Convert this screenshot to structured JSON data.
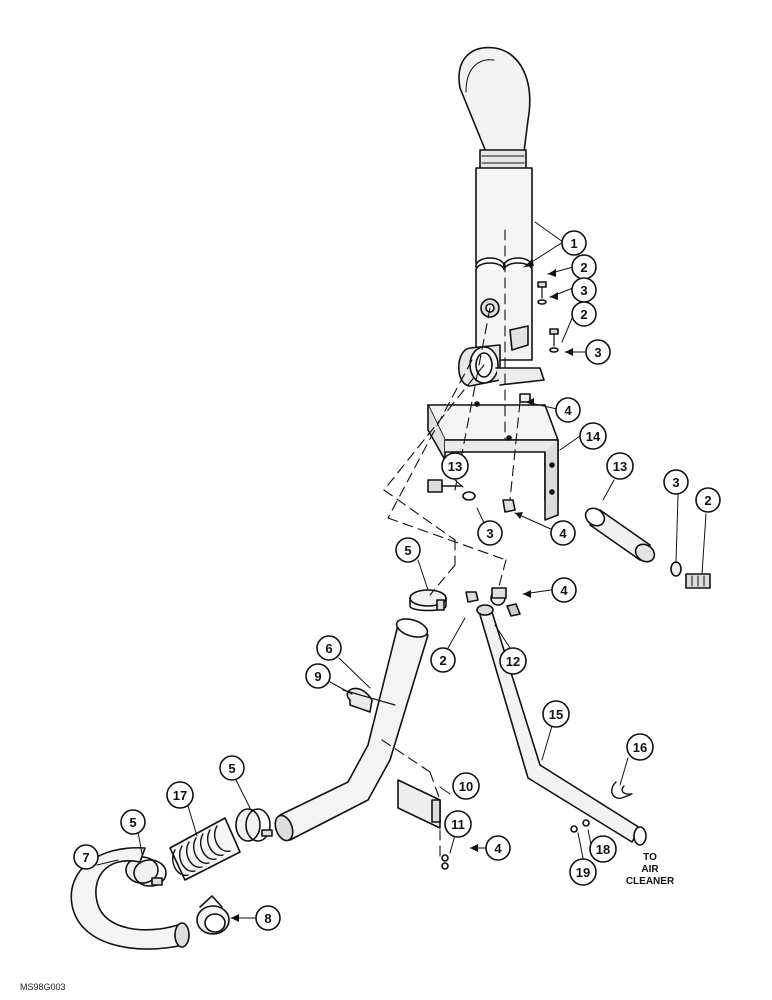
{
  "callouts": [
    {
      "id": "c1",
      "label": "1"
    },
    {
      "id": "c2a",
      "label": "2"
    },
    {
      "id": "c3a",
      "label": "3"
    },
    {
      "id": "c2b",
      "label": "2"
    },
    {
      "id": "c3b",
      "label": "3"
    },
    {
      "id": "c4a",
      "label": "4"
    },
    {
      "id": "c14",
      "label": "14"
    },
    {
      "id": "c13a",
      "label": "13"
    },
    {
      "id": "c13b",
      "label": "13"
    },
    {
      "id": "c3c",
      "label": "3"
    },
    {
      "id": "c2c",
      "label": "2"
    },
    {
      "id": "c3d",
      "label": "3"
    },
    {
      "id": "c4b",
      "label": "4"
    },
    {
      "id": "c5a",
      "label": "5"
    },
    {
      "id": "c4c",
      "label": "4"
    },
    {
      "id": "c6",
      "label": "6"
    },
    {
      "id": "c9",
      "label": "9"
    },
    {
      "id": "c2d",
      "label": "2"
    },
    {
      "id": "c12",
      "label": "12"
    },
    {
      "id": "c15",
      "label": "15"
    },
    {
      "id": "c16",
      "label": "16"
    },
    {
      "id": "c5b",
      "label": "5"
    },
    {
      "id": "c17",
      "label": "17"
    },
    {
      "id": "c10",
      "label": "10"
    },
    {
      "id": "c5c",
      "label": "5"
    },
    {
      "id": "c11",
      "label": "11"
    },
    {
      "id": "c4d",
      "label": "4"
    },
    {
      "id": "c7",
      "label": "7"
    },
    {
      "id": "c18",
      "label": "18"
    },
    {
      "id": "c19",
      "label": "19"
    },
    {
      "id": "c8",
      "label": "8"
    }
  ],
  "note": {
    "line1": "TO",
    "line2": "AIR",
    "line3": "CLEANER"
  },
  "figure_ref": "MS98G003"
}
